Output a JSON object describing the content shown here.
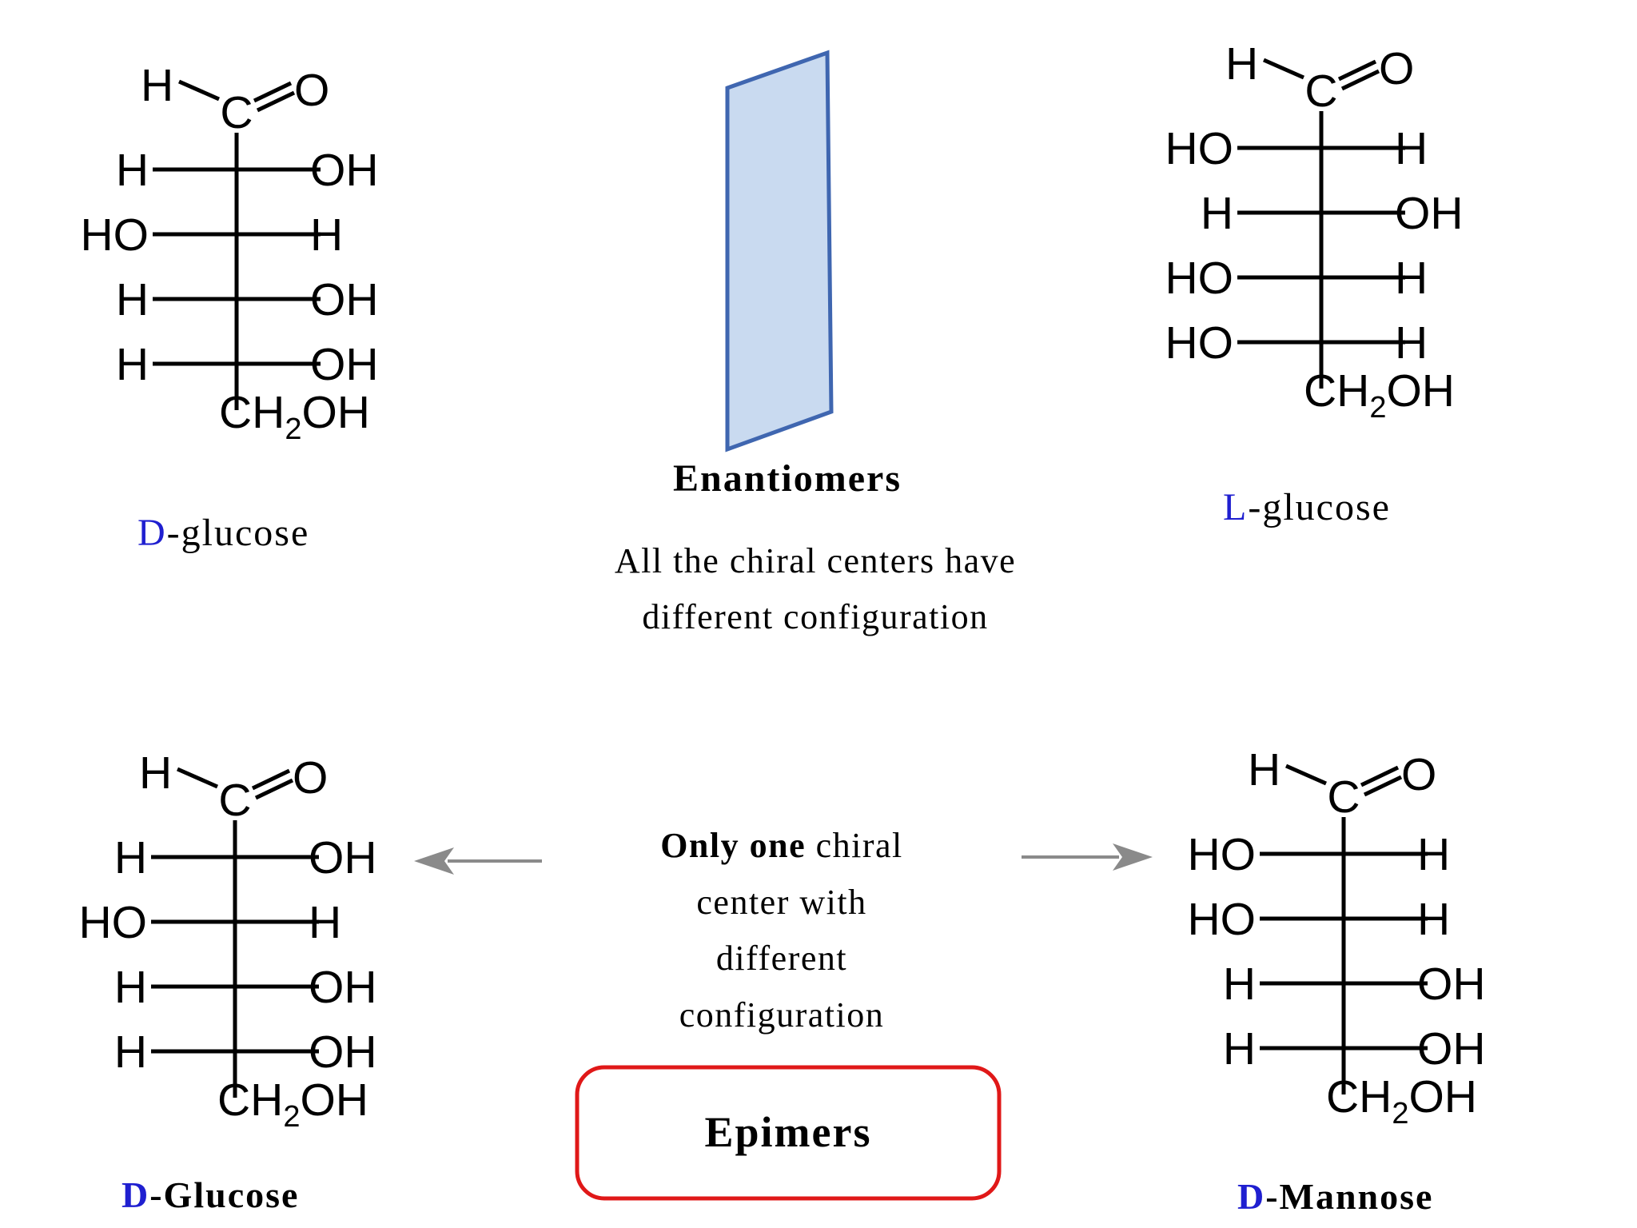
{
  "colors": {
    "blue": "#1f1fd0",
    "red": "#e01818",
    "mirror_fill": "#c9daf0",
    "mirror_edge": "#3f66b0",
    "arrow": "#8a8a8a"
  },
  "molecules": [
    {
      "id": "d-glucose-top",
      "top_h": "H",
      "carbonyl_c": "C",
      "carbonyl_o": "O",
      "rows": [
        {
          "left": "H",
          "right": "OH",
          "left_color": "",
          "right_color": ""
        },
        {
          "left": "HO",
          "right": "H",
          "left_color": "",
          "right_color": ""
        },
        {
          "left": "H",
          "right": "OH",
          "left_color": "",
          "right_color": ""
        },
        {
          "left": "H",
          "right": "OH",
          "left_color": "",
          "right_color": "blue"
        }
      ],
      "bottom": {
        "a": "CH",
        "sub": "2",
        "b": "OH"
      },
      "name_prefix": "D",
      "name_rest": "-glucose"
    },
    {
      "id": "l-glucose-top",
      "top_h": "H",
      "carbonyl_c": "C",
      "carbonyl_o": "O",
      "rows": [
        {
          "left": "HO",
          "right": "H",
          "left_color": "",
          "right_color": ""
        },
        {
          "left": "H",
          "right": "OH",
          "left_color": "",
          "right_color": ""
        },
        {
          "left": "HO",
          "right": "H",
          "left_color": "",
          "right_color": ""
        },
        {
          "left": "HO",
          "right": "H",
          "left_color": "blue",
          "right_color": ""
        }
      ],
      "bottom": {
        "a": "CH",
        "sub": "2",
        "b": "OH"
      },
      "name_prefix": "L",
      "name_rest": "-glucose"
    },
    {
      "id": "d-glucose-bottom",
      "top_h": "H",
      "carbonyl_c": "C",
      "carbonyl_o": "O",
      "rows": [
        {
          "left": "H",
          "right": "OH",
          "left_color": "",
          "right_color": "red"
        },
        {
          "left": "HO",
          "right": "H",
          "left_color": "",
          "right_color": ""
        },
        {
          "left": "H",
          "right": "OH",
          "left_color": "",
          "right_color": ""
        },
        {
          "left": "H",
          "right": "OH",
          "left_color": "",
          "right_color": "blue"
        }
      ],
      "bottom": {
        "a": "CH",
        "sub": "2",
        "b": "OH"
      },
      "name_prefix": "D",
      "name_rest": "-Glucose"
    },
    {
      "id": "d-mannose-bottom",
      "top_h": "H",
      "carbonyl_c": "C",
      "carbonyl_o": "O",
      "rows": [
        {
          "left": "HO",
          "right": "H",
          "left_color": "red",
          "right_color": ""
        },
        {
          "left": "HO",
          "right": "H",
          "left_color": "",
          "right_color": ""
        },
        {
          "left": "H",
          "right": "OH",
          "left_color": "",
          "right_color": ""
        },
        {
          "left": "H",
          "right": "OH",
          "left_color": "",
          "right_color": "blue"
        }
      ],
      "bottom": {
        "a": "CH",
        "sub": "2",
        "b": "OH"
      },
      "name_prefix": "D",
      "name_rest": "-Mannose"
    }
  ],
  "enantiomers": {
    "title": "Enantiomers",
    "desc_line1": "All the chiral centers have",
    "desc_line2": "different configuration"
  },
  "epimers": {
    "line1_bold": "Only one",
    "line1_rest": " chiral",
    "line2": "center with",
    "line3": "different",
    "line4": "configuration",
    "label": "Epimers"
  }
}
